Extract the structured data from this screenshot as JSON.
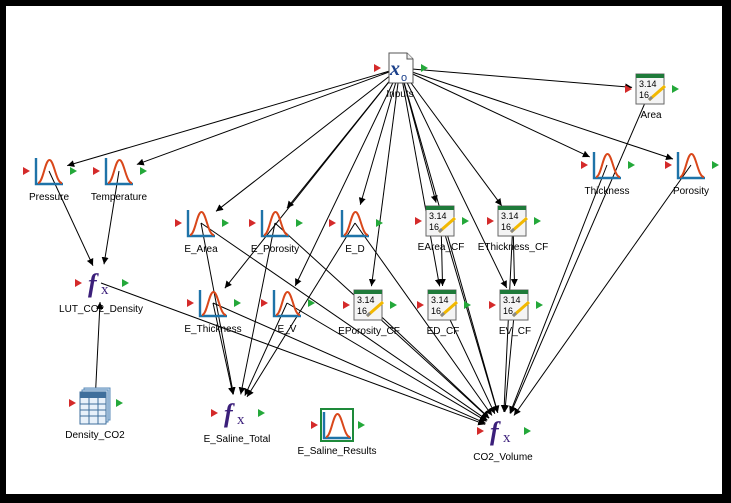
{
  "colors": {
    "input_port": "#d42a2a",
    "output_port": "#24a83a",
    "edge": "#000000",
    "distribution_curve": "#d9471a",
    "distribution_axes": "#1e73a8",
    "function_symbol": "#3b1f7a",
    "value_symbol_stripe": "#f2b800"
  },
  "nodes": {
    "inputs": {
      "label": "Inputs",
      "icon": "data-container-icon"
    },
    "area": {
      "label": "Area",
      "icon": "value-element-icon"
    },
    "pressure": {
      "label": "Pressure",
      "icon": "stochastic-distribution-icon"
    },
    "temperature": {
      "label": "Temperature",
      "icon": "stochastic-distribution-icon"
    },
    "thickness": {
      "label": "Thickness",
      "icon": "stochastic-distribution-icon"
    },
    "porosity": {
      "label": "Porosity",
      "icon": "stochastic-distribution-icon"
    },
    "e_area": {
      "label": "E_Area",
      "icon": "stochastic-distribution-icon"
    },
    "e_porosity": {
      "label": "E_Porosity",
      "icon": "stochastic-distribution-icon"
    },
    "e_d": {
      "label": "E_D",
      "icon": "stochastic-distribution-icon"
    },
    "earea_cf": {
      "label": "EArea_CF",
      "icon": "value-element-icon"
    },
    "ethickness_cf": {
      "label": "EThickness_CF",
      "icon": "value-element-icon"
    },
    "lut_co2_density": {
      "label": "LUT_CO2_Density",
      "icon": "function-icon"
    },
    "e_thickness": {
      "label": "E_Thickness",
      "icon": "stochastic-distribution-icon"
    },
    "e_v": {
      "label": "E_V",
      "icon": "stochastic-distribution-icon"
    },
    "eporosity_cf": {
      "label": "EPorosity_CF",
      "icon": "value-element-icon"
    },
    "ed_cf": {
      "label": "ED_CF",
      "icon": "value-element-icon"
    },
    "ev_cf": {
      "label": "EV_CF",
      "icon": "value-element-icon"
    },
    "density_co2": {
      "label": "Density_CO2",
      "icon": "lookup-table-icon"
    },
    "e_saline_total": {
      "label": "E_Saline_Total",
      "icon": "function-icon"
    },
    "e_saline_results": {
      "label": "E_Saline_Results",
      "icon": "result-distribution-icon"
    },
    "co2_volume": {
      "label": "CO2_Volume",
      "icon": "function-icon"
    }
  },
  "value_icon_text": "3.14\n16",
  "edges": [
    [
      "inputs",
      "area"
    ],
    [
      "inputs",
      "pressure"
    ],
    [
      "inputs",
      "temperature"
    ],
    [
      "inputs",
      "thickness"
    ],
    [
      "inputs",
      "porosity"
    ],
    [
      "inputs",
      "e_area"
    ],
    [
      "inputs",
      "e_porosity"
    ],
    [
      "inputs",
      "e_d"
    ],
    [
      "inputs",
      "earea_cf"
    ],
    [
      "inputs",
      "ethickness_cf"
    ],
    [
      "inputs",
      "e_thickness"
    ],
    [
      "inputs",
      "e_v"
    ],
    [
      "inputs",
      "eporosity_cf"
    ],
    [
      "inputs",
      "ed_cf"
    ],
    [
      "inputs",
      "ev_cf"
    ],
    [
      "inputs",
      "co2_volume"
    ],
    [
      "pressure",
      "lut_co2_density"
    ],
    [
      "temperature",
      "lut_co2_density"
    ],
    [
      "density_co2",
      "lut_co2_density"
    ],
    [
      "lut_co2_density",
      "co2_volume"
    ],
    [
      "e_area",
      "e_saline_total"
    ],
    [
      "e_porosity",
      "e_saline_total"
    ],
    [
      "e_d",
      "e_saline_total"
    ],
    [
      "e_thickness",
      "e_saline_total"
    ],
    [
      "e_v",
      "e_saline_total"
    ],
    [
      "e_area",
      "co2_volume"
    ],
    [
      "e_porosity",
      "co2_volume"
    ],
    [
      "e_d",
      "co2_volume"
    ],
    [
      "e_thickness",
      "co2_volume"
    ],
    [
      "e_v",
      "co2_volume"
    ],
    [
      "earea_cf",
      "ed_cf"
    ],
    [
      "ethickness_cf",
      "ev_cf"
    ],
    [
      "earea_cf",
      "co2_volume"
    ],
    [
      "ethickness_cf",
      "co2_volume"
    ],
    [
      "eporosity_cf",
      "co2_volume"
    ],
    [
      "ed_cf",
      "co2_volume"
    ],
    [
      "ev_cf",
      "co2_volume"
    ],
    [
      "area",
      "co2_volume"
    ],
    [
      "thickness",
      "co2_volume"
    ],
    [
      "porosity",
      "co2_volume"
    ]
  ]
}
